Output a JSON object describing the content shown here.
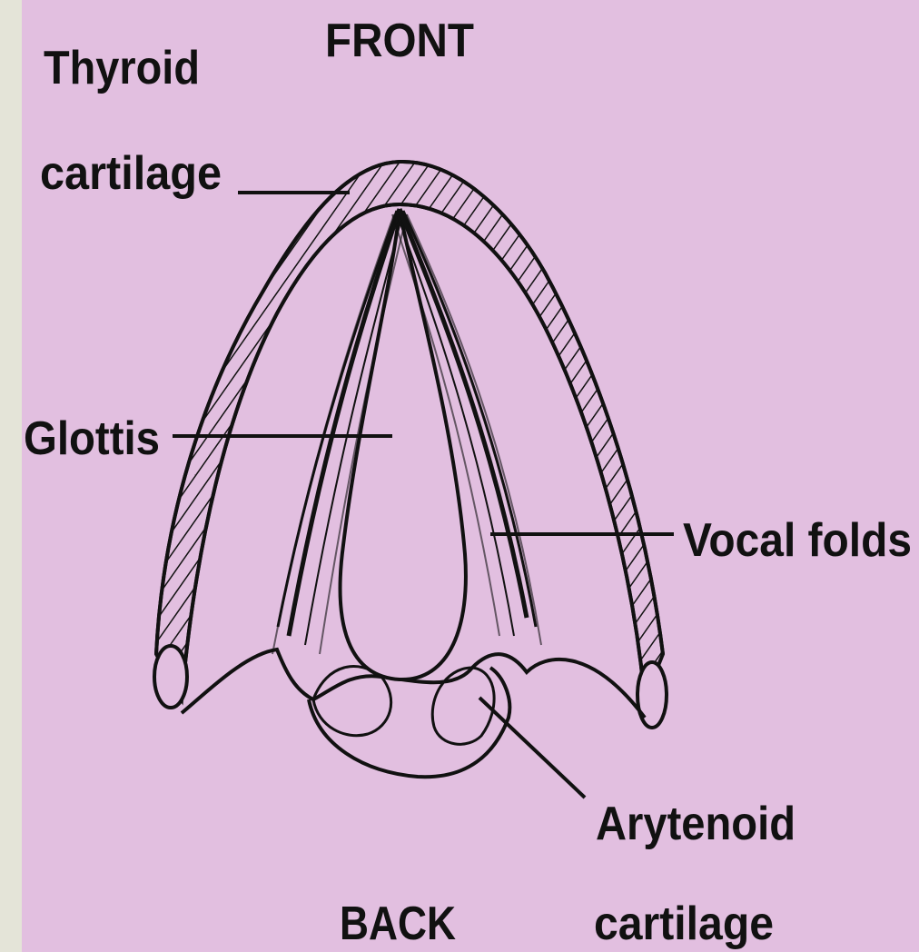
{
  "labels": {
    "front": "FRONT",
    "back": "BACK",
    "thyroid_line1": "Thyroid",
    "thyroid_line2": "cartilage",
    "glottis": "Glottis",
    "vocal_folds": "Vocal folds",
    "arytenoid_line1": "Arytenoid",
    "arytenoid_line2": "cartilage"
  },
  "colors": {
    "background": "#e2bfe0",
    "left_strip": "#e4e4d8",
    "line": "#111111"
  }
}
